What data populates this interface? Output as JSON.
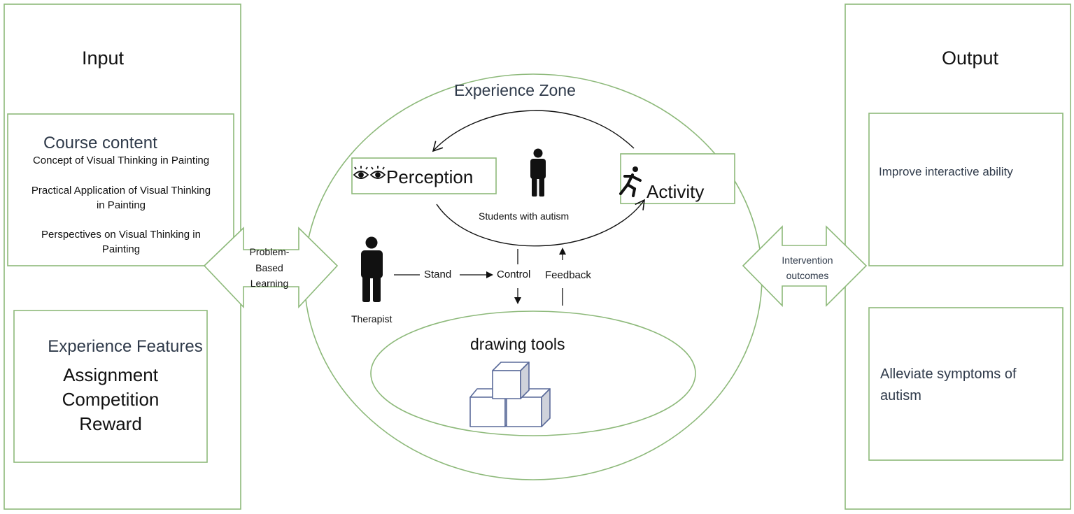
{
  "input": {
    "title": "Input",
    "course_content": {
      "heading": "Course content",
      "item1": "Concept of Visual Thinking in Painting",
      "item2_line1": "Practical Application of Visual Thinking",
      "item2_line2": "in Painting",
      "item3_line1": "Perspectives on Visual Thinking in",
      "item3_line2": "Painting"
    },
    "experience_features": {
      "heading": "Experience Features",
      "line1": "Assignment",
      "line2": "Competition",
      "line3": "Reward"
    }
  },
  "pbl_arrow": {
    "line1": "Problem-",
    "line2": "Based",
    "line3": "Learning"
  },
  "zone": {
    "title": "Experience Zone",
    "perception": "Perception",
    "activity": "Activity",
    "students": "Students with autism",
    "therapist": "Therapist",
    "stand": "Stand",
    "control": "Control",
    "feedback": "Feedback",
    "drawing_tools": "drawing tools"
  },
  "outcome_arrow": {
    "line1": "Intervention",
    "line2": "outcomes"
  },
  "output": {
    "title": "Output",
    "box1": "Improve interactive ability",
    "box2_line1": "Alleviate symptoms of",
    "box2_line2": "autism"
  },
  "colors": {
    "box_border": "#8db97a",
    "text_dark": "#2f3a4a",
    "cube_stroke": "#5b6b9a",
    "cube_side": "#cfd2db"
  },
  "icons": [
    "eyes-icon",
    "person-icon",
    "runner-icon",
    "cubes-icon"
  ]
}
